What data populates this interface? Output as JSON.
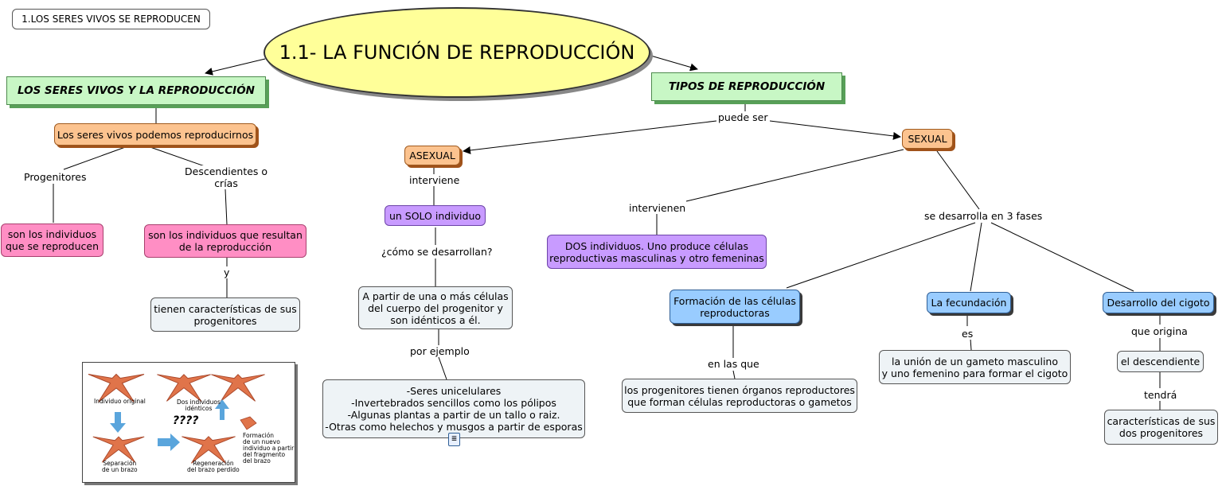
{
  "tab": {
    "label": "1.LOS SERES VIVOS SE REPRODUCEN"
  },
  "title": "1.1- LA FUNCIÓN DE REPRODUCCIÓN",
  "left": {
    "header": "LOS SERES VIVOS Y LA REPRODUCCIÓN",
    "reproduce": "Los seres vivos podemos reproducirnos",
    "lbl_progenitores": "Progenitores",
    "lbl_descendientes": "Descendientes o\ncrías",
    "progenitores_def": "son los individuos\nque se reproducen",
    "descendientes_def": "son los individuos que resultan\nde la reproducción",
    "lbl_y": "y",
    "caracteristicas": "tienen características de sus\nprogenitores"
  },
  "right": {
    "header": "TIPOS DE REPRODUCCIÓN",
    "lbl_puede_ser": "puede ser",
    "asexual": "ASEXUAL",
    "sexual": "SEXUAL",
    "lbl_interviene": "interviene",
    "solo": "un SOLO individuo",
    "lbl_como": "¿cómo se desarrollan?",
    "celulas": "A partir de una o más células\ndel cuerpo del progenitor y\nson idénticos a él.",
    "lbl_ejemplo": "por ejemplo",
    "ejemplos": "-Seres unicelulares\n-Invertebrados sencillos como los pólipos\n-Algunas plantas a partir de un tallo o raiz.\n-Otras como helechos y musgos a partir de esporas",
    "lbl_intervienen": "intervienen",
    "dos": "DOS individuos. Uno produce células\nreproductivas masculinas y otro femeninas",
    "lbl_fases": "se desarrolla en 3 fases",
    "formacion": "Formación de las células\nreproductoras",
    "fecundacion": "La fecundación",
    "desarrollo": "Desarrollo del cigoto",
    "lbl_en_las_que": "en las que",
    "organos": "los progenitores tienen órganos reproductores\nque forman células reproductoras o gametos",
    "lbl_es": "es",
    "union": "la unión de un gameto masculino\ny uno femenino para formar el cigoto",
    "lbl_origina": "que origina",
    "descendiente": "el descendiente",
    "lbl_tendra": "tendrá",
    "caract_dos": "características de sus\ndos progenitores"
  },
  "image": {
    "individuo_original": "Individuo original",
    "dos_identicos": "Dos individuos\nidénticos",
    "interrogacion": "????",
    "formacion": "Formación\nde un nuevo\nindividuo a partir\ndel fragmento\ndel brazo",
    "separacion": "Separación\nde un brazo",
    "regeneracion": "Regeneración\ndel brazo perdido"
  },
  "colors": {
    "title_fill": "#ffff99",
    "green_header": "#c8f7c5",
    "orange_node": "#fcc38f",
    "pink_node": "#ff8ec4",
    "purple_node": "#c89bff",
    "blue_node": "#99ccff",
    "plain_node": "#eef3f6",
    "starfish": "#e0744a",
    "arrow_blue": "#5aa5dc"
  },
  "icons": [
    "document-icon",
    "starfish-icon",
    "down-arrow-icon",
    "right-arrow-icon",
    "up-arrow-icon"
  ]
}
